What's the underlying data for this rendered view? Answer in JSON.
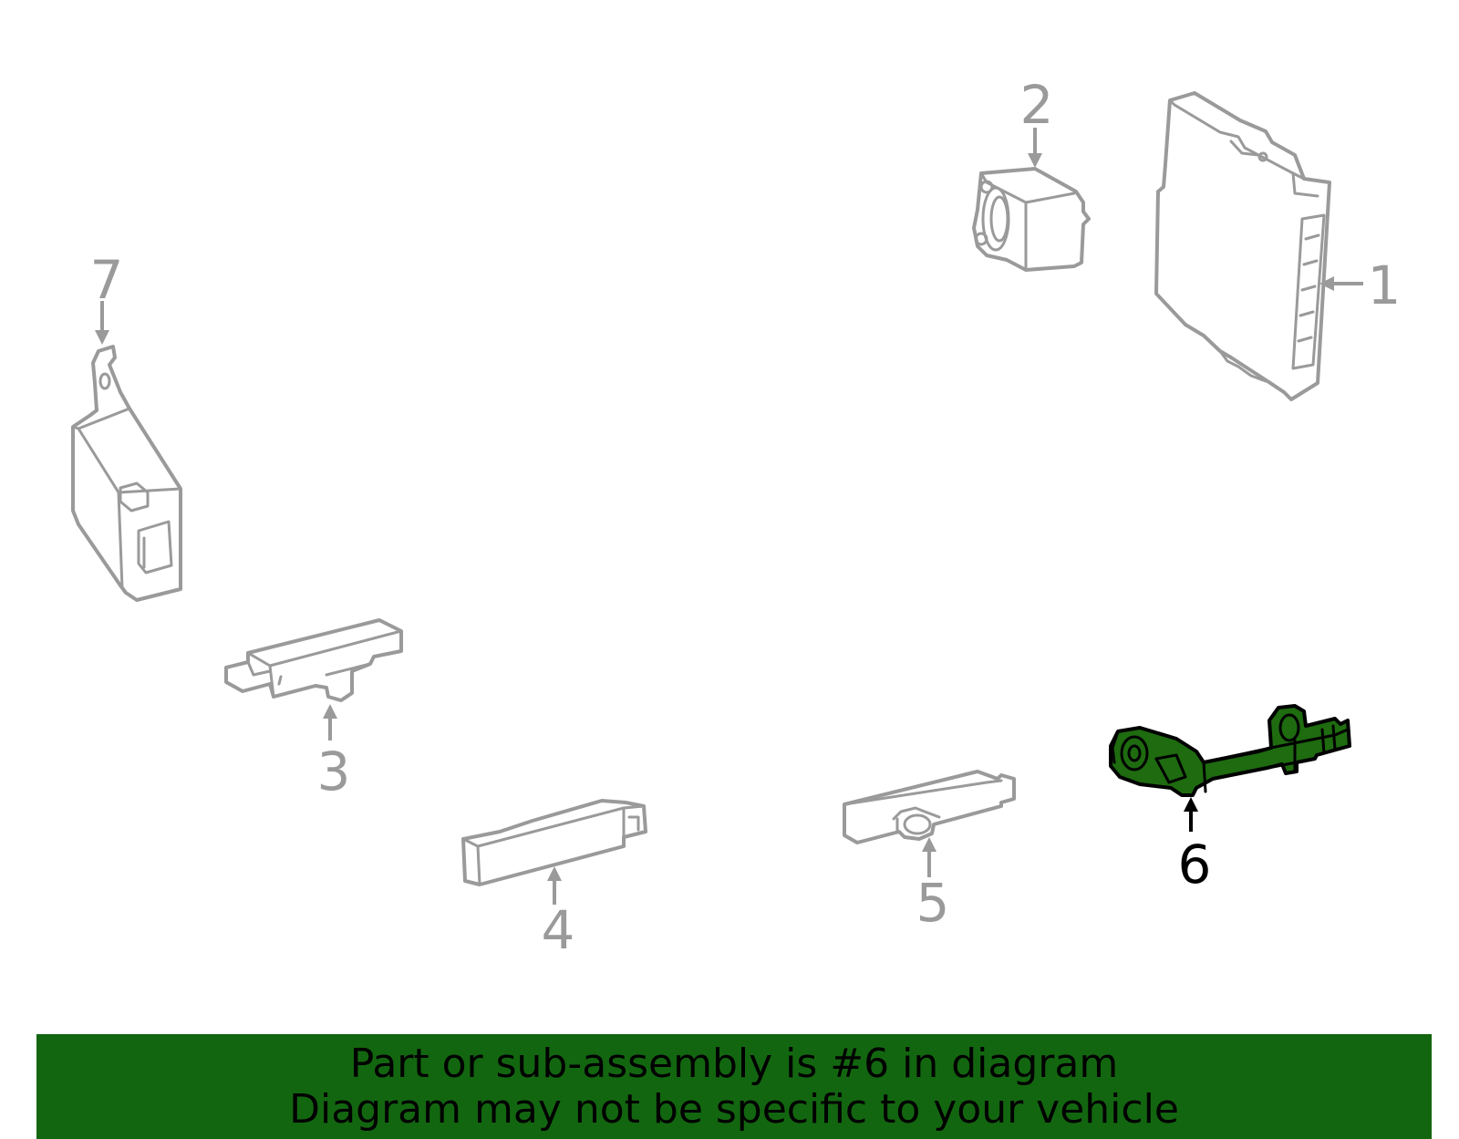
{
  "callouts": {
    "c1": "1",
    "c2": "2",
    "c3": "3",
    "c4": "4",
    "c5": "5",
    "c6": "6",
    "c7": "7"
  },
  "highlighted_part": "6",
  "colors": {
    "part_outline": "#9a9a9a",
    "highlight_fill": "#1e6b10",
    "banner_background": "#136610",
    "banner_text": "#000000"
  },
  "banner": {
    "line1": "Part or sub-assembly is #6 in diagram",
    "line2": "Diagram may not be specific to your vehicle"
  }
}
